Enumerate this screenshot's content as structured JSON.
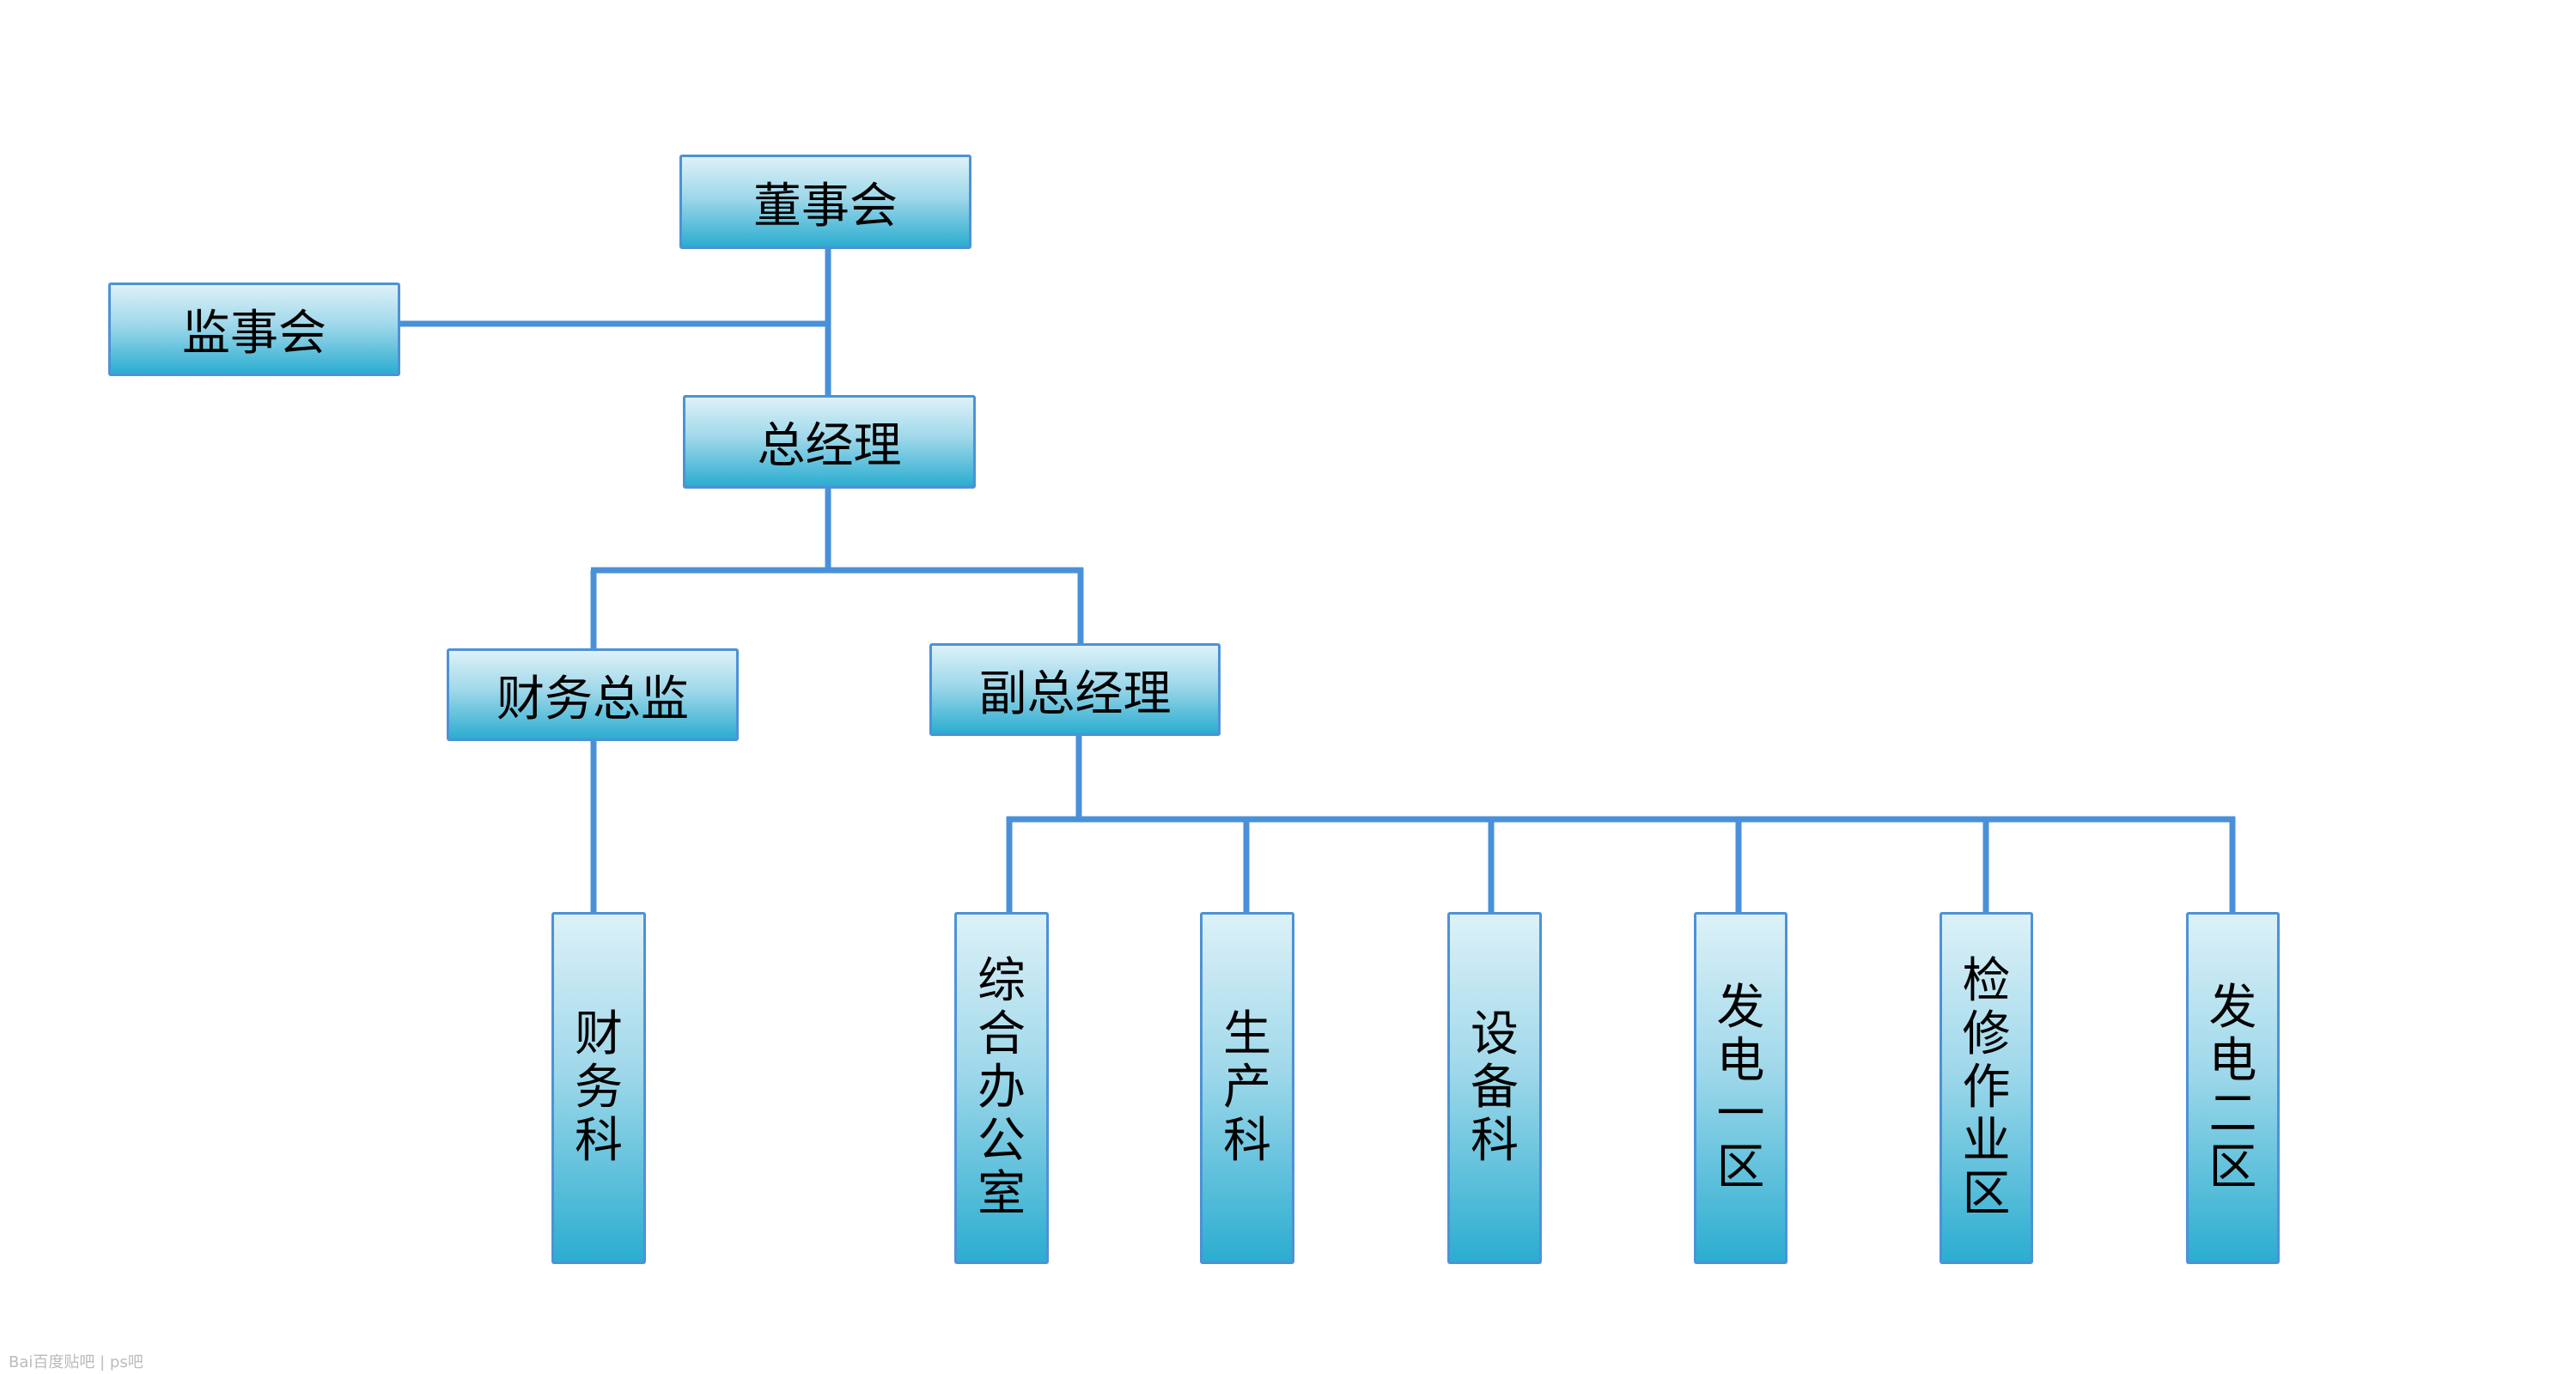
{
  "nodes": {
    "board": "董事会",
    "supervisory": "监事会",
    "gm": "总经理",
    "cfo": "财务总监",
    "vgm": "副总经理",
    "finance": "财务科",
    "office": "综合办公室",
    "production": "生产科",
    "equipment": "设备科",
    "gen1": "发电一区",
    "maintenance": "检修作业区",
    "gen2": "发电二区"
  },
  "watermark": "Bai百度贴吧 | ps吧",
  "colors": {
    "line": "#4a90d9",
    "box_top": "#ddf1f8",
    "box_bottom": "#2badd0"
  }
}
